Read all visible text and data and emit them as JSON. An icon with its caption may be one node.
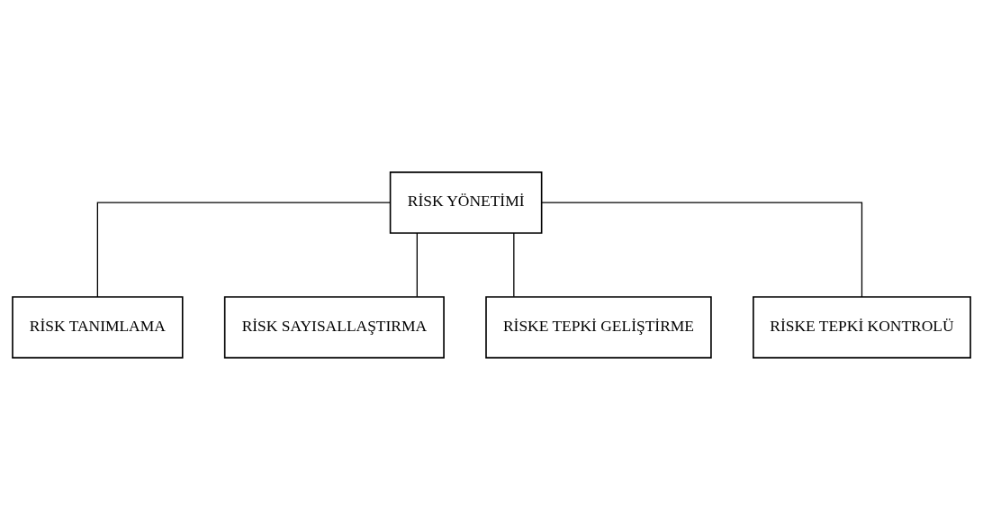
{
  "diagram": {
    "nodes": [
      {
        "text": [
          "RİSK YÖNETİMİ"
        ]
      },
      {
        "text": [
          "RİSK TANIMLAMA"
        ]
      },
      {
        "text": [
          "RİSK SAYISALLAŞTIRMA"
        ]
      },
      {
        "text": [
          "RİSKE TEPKİ GELİŞTİRME"
        ]
      },
      {
        "text": [
          "RİSKE TEPKİ KONTROLÜ"
        ]
      }
    ],
    "edges": [
      {
        "from": 0,
        "to": 1,
        "arrow": "none"
      },
      {
        "from": 0,
        "to": 2,
        "arrow": "none"
      },
      {
        "from": 0,
        "to": 3,
        "arrow": "none"
      },
      {
        "from": 0,
        "to": 4,
        "arrow": "none"
      }
    ]
  }
}
